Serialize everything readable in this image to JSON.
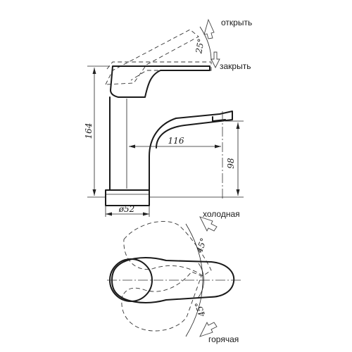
{
  "labels": {
    "open": "открыть",
    "close": "закрыть",
    "cold": "холодная",
    "hot": "горячая"
  },
  "dimensions": {
    "lever_angle": "25°",
    "total_height": "164",
    "spout_reach": "116",
    "spout_height": "98",
    "base_diameter": "ø52",
    "rotation_cold": "45°",
    "rotation_hot": "45°"
  },
  "colors": {
    "line": "#1a1a1a",
    "background": "#ffffff"
  }
}
